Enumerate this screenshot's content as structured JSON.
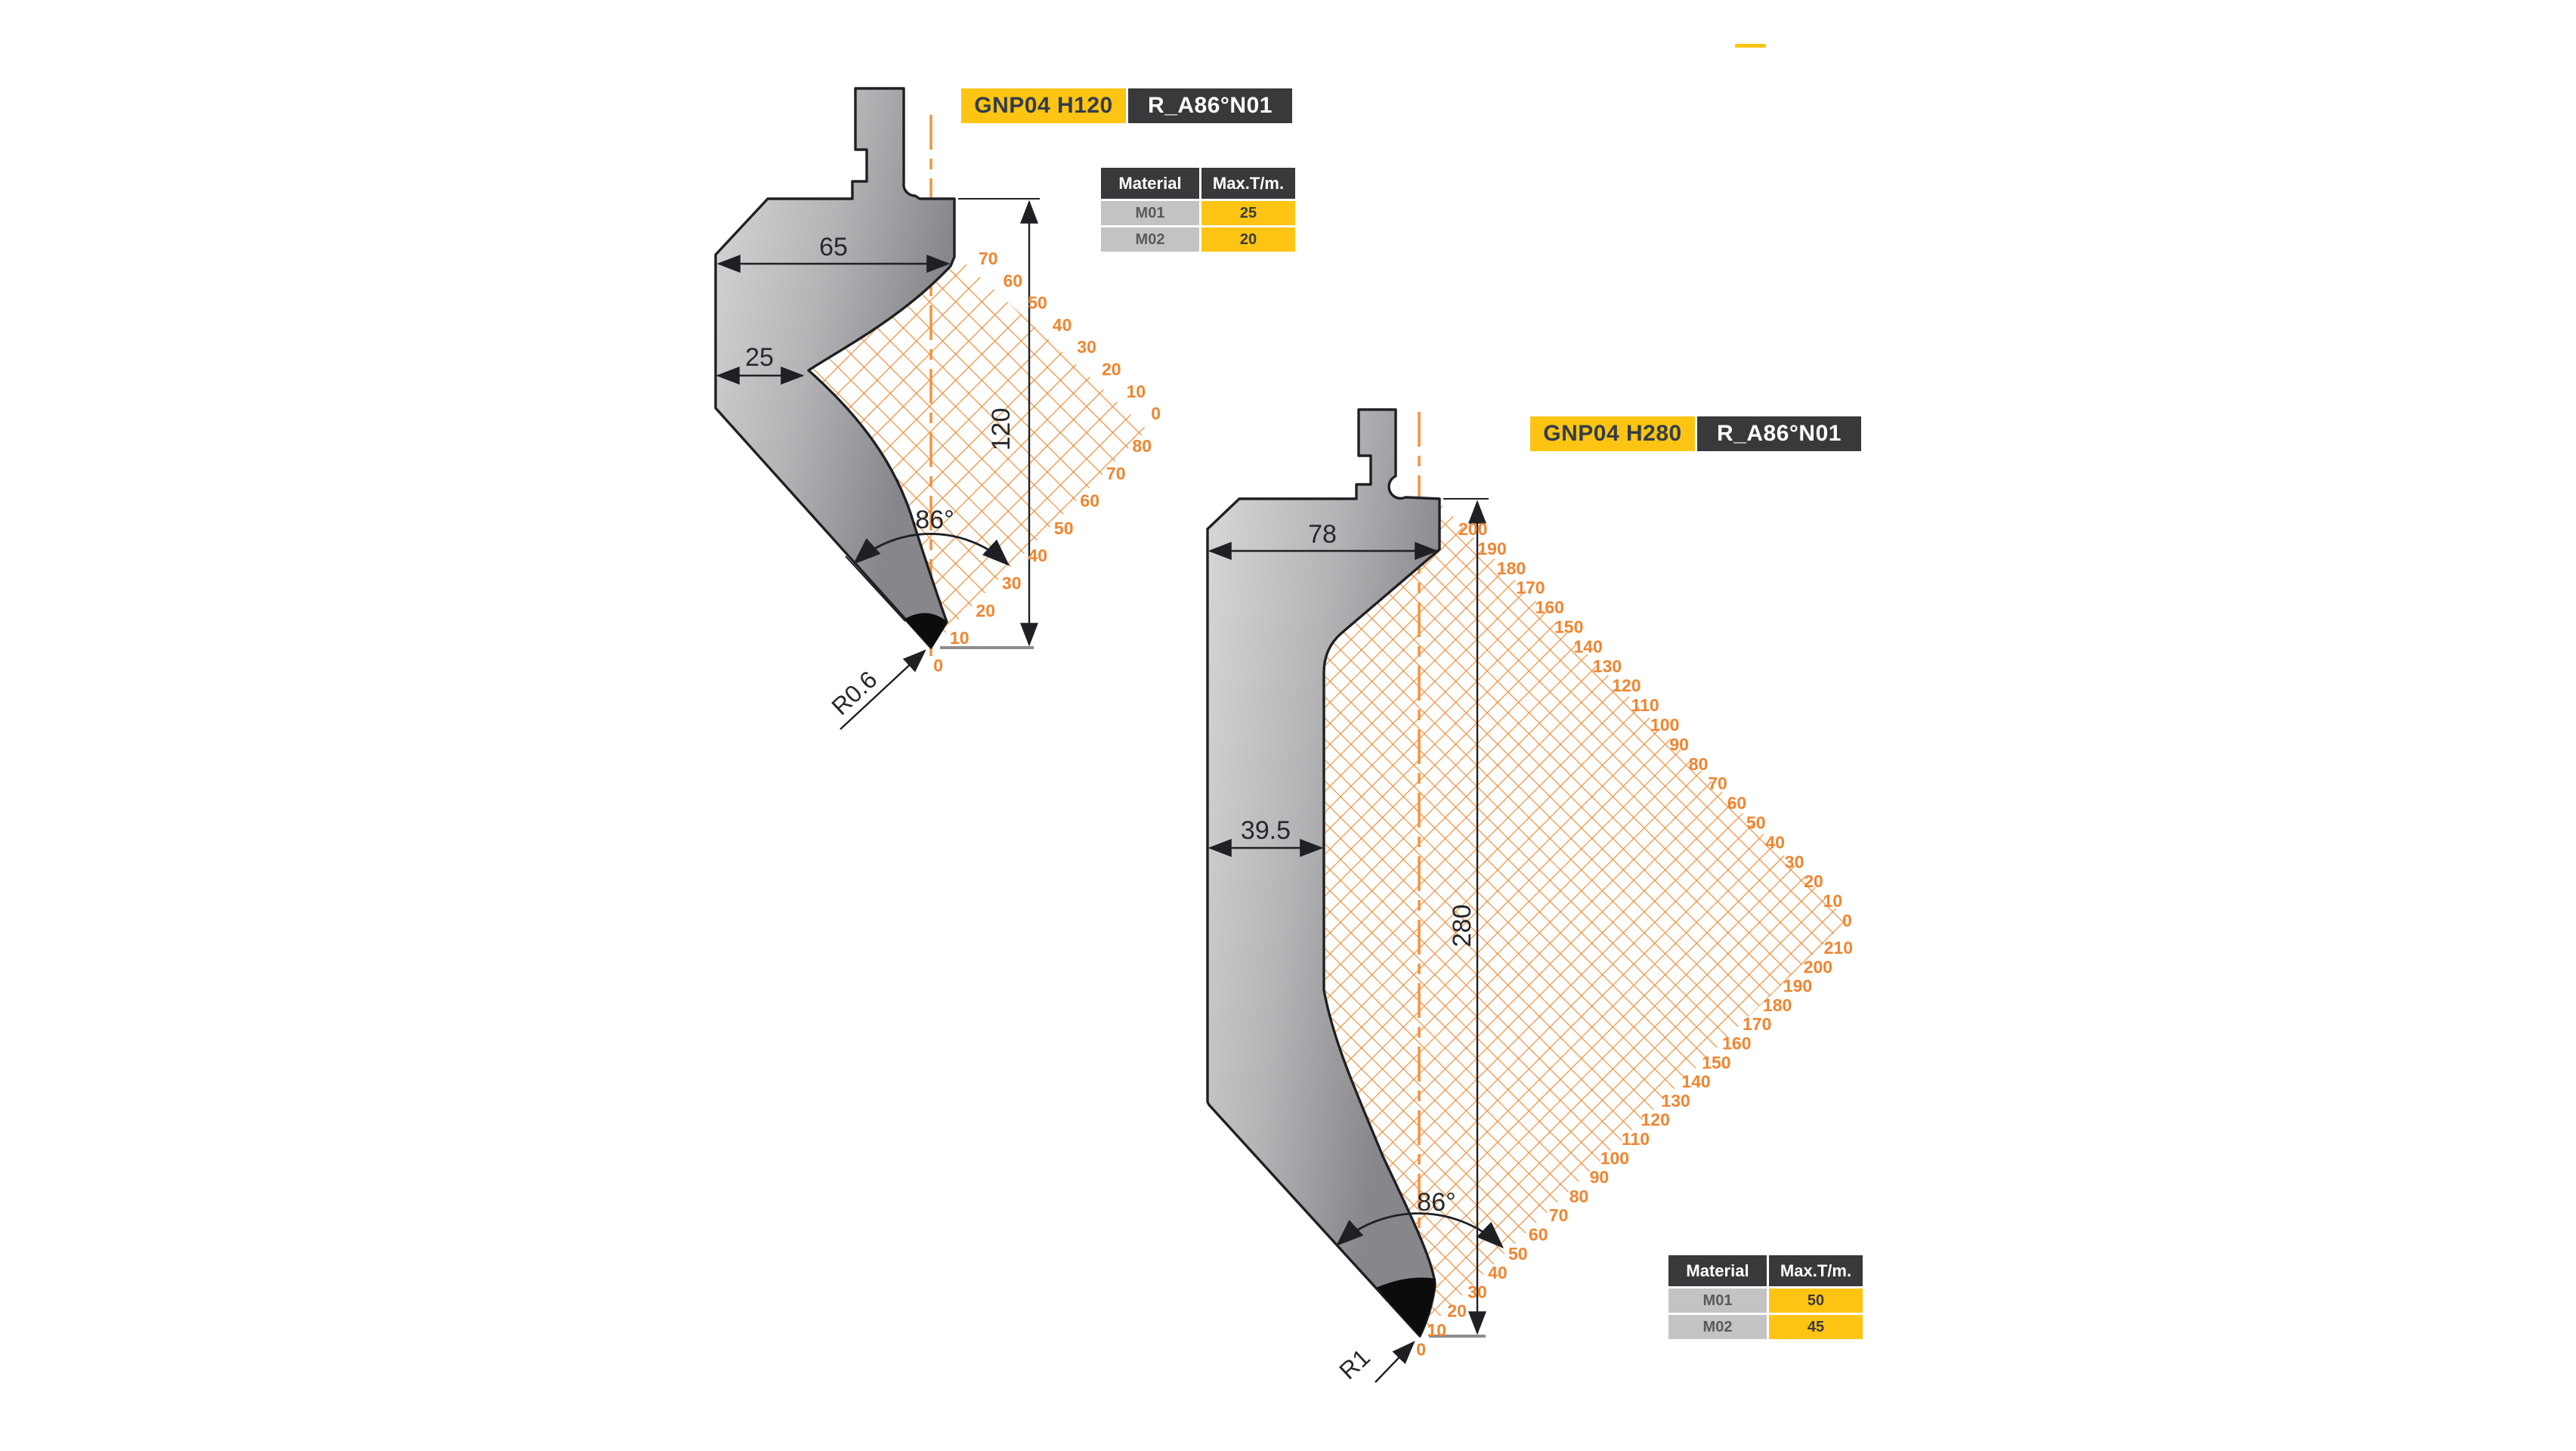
{
  "colors": {
    "accent_yellow": "#fdc413",
    "panel_dark": "#39393b",
    "hatch_orange": "#f0862e",
    "outline_dark": "#1f2023"
  },
  "drawings": [
    {
      "name_label": "GNP04 H120",
      "type_label": "R_A86°N01",
      "dims": {
        "width": "65",
        "neck": "25",
        "height": "120",
        "angle": "86°",
        "radius": "R0.6"
      },
      "table": {
        "header_material": "Material",
        "header_max": "Max.T/m.",
        "rows": [
          {
            "m": "M01",
            "v": "25"
          },
          {
            "m": "M02",
            "v": "20"
          }
        ]
      },
      "ruler_top": [
        "70",
        "60",
        "50",
        "40",
        "30",
        "20",
        "10",
        "0"
      ],
      "ruler_bottom": [
        "80",
        "70",
        "60",
        "50",
        "40",
        "30",
        "20",
        "10",
        "0"
      ]
    },
    {
      "name_label": "GNP04 H280",
      "type_label": "R_A86°N01",
      "dims": {
        "width": "78",
        "neck": "39.5",
        "height": "280",
        "angle": "86°",
        "radius": "R1"
      },
      "table": {
        "header_material": "Material",
        "header_max": "Max.T/m.",
        "rows": [
          {
            "m": "M01",
            "v": "50"
          },
          {
            "m": "M02",
            "v": "45"
          }
        ]
      },
      "ruler_top": [
        "200",
        "190",
        "180",
        "170",
        "160",
        "150",
        "140",
        "130",
        "120",
        "110",
        "100",
        "90",
        "80",
        "70",
        "60",
        "50",
        "40",
        "30",
        "20",
        "10",
        "0"
      ],
      "ruler_bottom": [
        "210",
        "200",
        "190",
        "180",
        "170",
        "160",
        "150",
        "140",
        "130",
        "120",
        "110",
        "100",
        "90",
        "80",
        "70",
        "60",
        "50",
        "40",
        "30",
        "20",
        "10",
        "0"
      ]
    }
  ]
}
